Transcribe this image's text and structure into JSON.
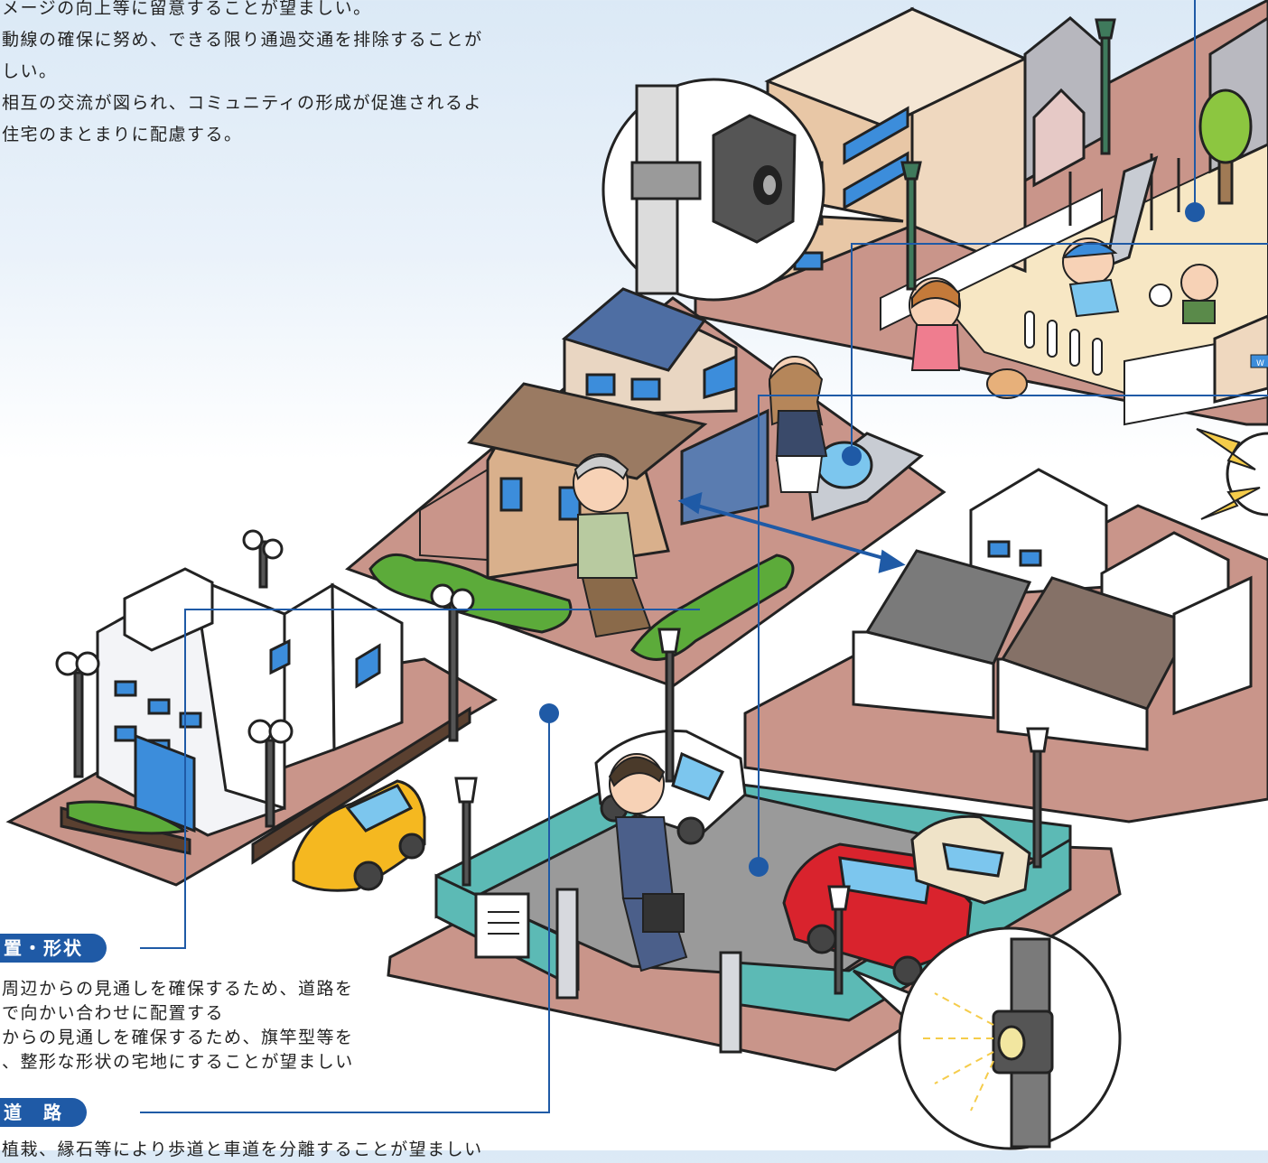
{
  "intro": {
    "lines": [
      "メージの向上等に留意することが望ましい。",
      "動線の確保に努め、できる限り通過交通を排除することが",
      "しい。",
      "相互の交流が図られ、コミュニティの形成が促進されるよ",
      "住宅のまとまりに配慮する。"
    ]
  },
  "sections": {
    "layout": {
      "title": "置・形状",
      "lines": [
        "周辺からの見通しを確保するため、道路を",
        "で向かい合わせに配置する",
        "からの見通しを確保するため、旗竿型等を",
        "、整形な形状の宅地にすることが望ましい"
      ]
    },
    "road": {
      "title": "道　路",
      "lines": [
        "植栽、縁石等により歩道と車道を分離することが望ましい"
      ]
    }
  },
  "signs": {
    "wc": "W"
  },
  "colors": {
    "accent": "#1f5aa6",
    "ground": "#c9958a",
    "fence": "#5cbab5",
    "park": "#f7e7c4"
  }
}
